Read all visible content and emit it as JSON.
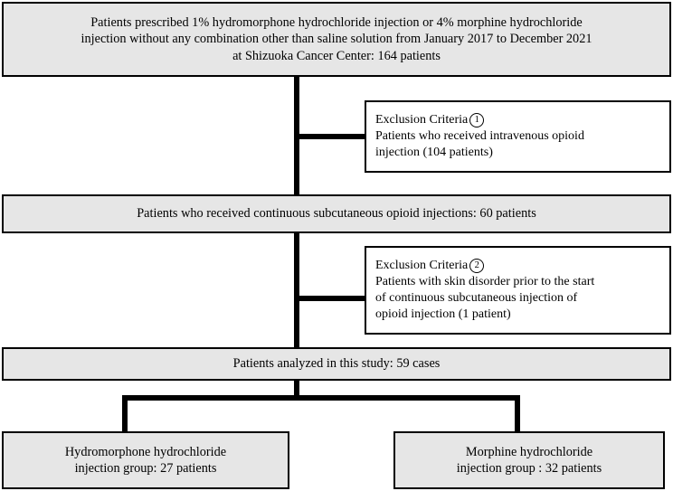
{
  "chart_data": {
    "type": "diagram",
    "title": "Patient selection flow diagram",
    "diagram_kind": "CONSORT-style patient flow chart",
    "nodes": [
      {
        "id": "enrolled",
        "label": "Patients prescribed 1% hydromorphone hydrochloride injection or 4% morphine hydrochloride injection without any combination other than saline solution from January 2017 to December 2021 at Shizuoka Cancer Center:  164 patients",
        "count": 164,
        "style": "shaded"
      },
      {
        "id": "exclusion1",
        "label": "Exclusion Criteria ① Patients who received intravenous opioid injection (104 patients)",
        "count": 104,
        "style": "plain"
      },
      {
        "id": "subcutaneous",
        "label": "Patients who received continuous subcutaneous opioid injections: 60 patients",
        "count": 60,
        "style": "shaded"
      },
      {
        "id": "exclusion2",
        "label": "Exclusion Criteria ② Patients with skin disorder prior to the start of continuous subcutaneous injection of opioid injection (1 patient)",
        "count": 1,
        "style": "plain"
      },
      {
        "id": "analyzed",
        "label": "Patients analyzed in this study: 59 cases",
        "count": 59,
        "style": "shaded"
      },
      {
        "id": "group_hydromorphone",
        "label": "Hydromorphone hydrochloride injection group: 27 patients",
        "count": 27,
        "style": "shaded"
      },
      {
        "id": "group_morphine",
        "label": "Morphine hydrochloride injection group : 32 patients",
        "count": 32,
        "style": "shaded"
      }
    ],
    "edges": [
      {
        "from": "enrolled",
        "to": "exclusion1",
        "type": "exclusion"
      },
      {
        "from": "enrolled",
        "to": "subcutaneous",
        "type": "flow"
      },
      {
        "from": "subcutaneous",
        "to": "exclusion2",
        "type": "exclusion"
      },
      {
        "from": "subcutaneous",
        "to": "analyzed",
        "type": "flow"
      },
      {
        "from": "analyzed",
        "to": "group_hydromorphone",
        "type": "split"
      },
      {
        "from": "analyzed",
        "to": "group_morphine",
        "type": "split"
      }
    ],
    "colors": {
      "box_shaded": "#e6e6e6",
      "box_plain": "#ffffff",
      "stroke": "#000000",
      "text": "#000000"
    }
  },
  "enrolled_box": {
    "line1": "Patients prescribed 1% hydromorphone hydrochloride injection or 4% morphine hydrochloride",
    "line2": "injection without any combination other than saline solution from January 2017 to December 2021",
    "line3": "at Shizuoka Cancer Center:  164 patients"
  },
  "exclusion1_box": {
    "heading": "Exclusion Criteria",
    "marker": "①",
    "marker_plain": "1",
    "line1": "Patients who received intravenous opioid",
    "line2": "injection (104 patients)"
  },
  "subcutaneous_box": {
    "line1": "Patients who received continuous subcutaneous opioid injections: 60 patients"
  },
  "exclusion2_box": {
    "heading": "Exclusion Criteria",
    "marker": "②",
    "marker_plain": "2",
    "line1": "Patients with skin disorder prior to the start",
    "line2": "of continuous subcutaneous injection of",
    "line3": "opioid injection (1 patient)"
  },
  "analyzed_box": {
    "line1": "Patients analyzed in this study: 59 cases"
  },
  "hydromorphone_group_box": {
    "line1": "Hydromorphone hydrochloride",
    "line2": "injection group: 27 patients"
  },
  "morphine_group_box": {
    "line1": "Morphine hydrochloride",
    "line2": "injection group : 32 patients"
  }
}
